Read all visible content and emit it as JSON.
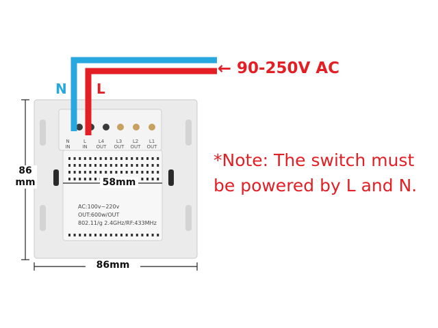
{
  "wires": {
    "neutral_label": "N",
    "live_label": "L",
    "neutral_color": "#29a8e0",
    "live_color": "#e31e24"
  },
  "supply": {
    "arrow": "←",
    "voltage": "90-250V AC"
  },
  "note": {
    "line1": "*Note: The switch must",
    "line2": "be powered by L and N."
  },
  "dimensions": {
    "height_value": "86",
    "height_unit": "mm",
    "width": "86mm",
    "module_width": "58mm"
  },
  "terminals": [
    {
      "name": "N",
      "type": "IN"
    },
    {
      "name": "L",
      "type": "IN"
    },
    {
      "name": "L4",
      "type": "OUT"
    },
    {
      "name": "L3",
      "type": "OUT"
    },
    {
      "name": "L2",
      "type": "OUT"
    },
    {
      "name": "L1",
      "type": "OUT"
    }
  ],
  "specs": {
    "ac": "AC:100v~220v",
    "out": "OUT:600w/OUT",
    "rf": "802.11/g 2.4GHz/RF:433MHz"
  }
}
